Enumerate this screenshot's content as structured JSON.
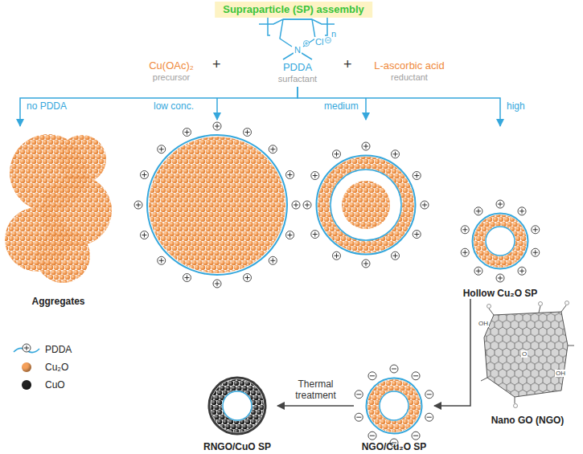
{
  "diagram": {
    "title": "Supraparticle (SP) assembly",
    "nodes": [
      {
        "text": [
          "Cu(OAc)₂",
          "precursor"
        ]
      },
      {
        "text": [
          "PDDA",
          "surfactant"
        ]
      },
      {
        "text": [
          "L-ascorbic acid",
          "reductant"
        ]
      },
      {
        "text": [
          "Aggregates"
        ]
      },
      {
        "text": [
          "Hollow Cu₂O SP"
        ]
      },
      {
        "text": [
          "Nano GO (NGO)"
        ]
      },
      {
        "text": [
          "NGO/Cu₂O SP"
        ]
      },
      {
        "text": [
          "RNGO/CuO SP"
        ]
      }
    ],
    "edges": [
      {
        "from": 1,
        "to": 3,
        "arrow": "to",
        "label": "no PDDA"
      },
      {
        "from": 1,
        "to": 4,
        "arrow": "to",
        "label": "high"
      },
      {
        "from": 4,
        "to": 6,
        "arrow": "to"
      },
      {
        "from": 6,
        "to": 7,
        "arrow": "to",
        "label": "Thermal treatment"
      }
    ],
    "labels": [
      "+",
      "+",
      "n",
      "N",
      "Cl",
      "low conc.",
      "medium",
      "OH",
      "OH",
      "O"
    ],
    "legend": [
      {
        "text": "PDDA"
      },
      {
        "text": "Cu₂O",
        "color": "#f5a05a"
      },
      {
        "text": "CuO",
        "color": "#222222"
      }
    ]
  }
}
